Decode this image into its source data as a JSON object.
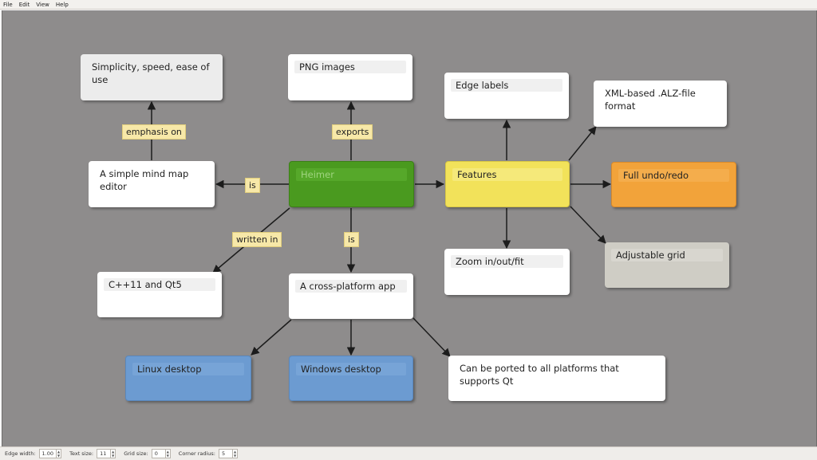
{
  "menubar": {
    "items": [
      "File",
      "Edit",
      "View",
      "Help"
    ]
  },
  "nodes": {
    "simplicity": "Simplicity, speed, ease of use",
    "png": "PNG images",
    "edge_labels": "Edge labels",
    "xml": "XML-based .ALZ-file format",
    "simple_editor": "A simple mind map editor",
    "heimer": "Heimer",
    "features": "Features",
    "undo": "Full undo/redo",
    "zoom": "Zoom in/out/fit",
    "grid": "Adjustable grid",
    "cpp": "C++11 and Qt5",
    "cross": "A cross-platform app",
    "linux": "Linux desktop",
    "windows": "Windows desktop",
    "ported": "Can be ported to all platforms that supports Qt"
  },
  "edge_labels": {
    "emphasis": "emphasis on",
    "exports": "exports",
    "is_left": "is",
    "written_in": "written in",
    "is_down": "is"
  },
  "statusbar": {
    "edge_width_label": "Edge width:",
    "edge_width_value": "1.00",
    "text_size_label": "Text size:",
    "text_size_value": "11",
    "grid_size_label": "Grid size:",
    "grid_size_value": "0",
    "corner_radius_label": "Corner radius:",
    "corner_radius_value": "5"
  },
  "colors": {
    "canvas": "#8e8c8c",
    "root_green": "#4a9a1f",
    "features_yellow": "#f2e25a",
    "undo_orange": "#f2a33a",
    "grid_gray": "#cfcdc5",
    "desktop_blue": "#6c9bd1",
    "white_node": "#ffffff"
  }
}
